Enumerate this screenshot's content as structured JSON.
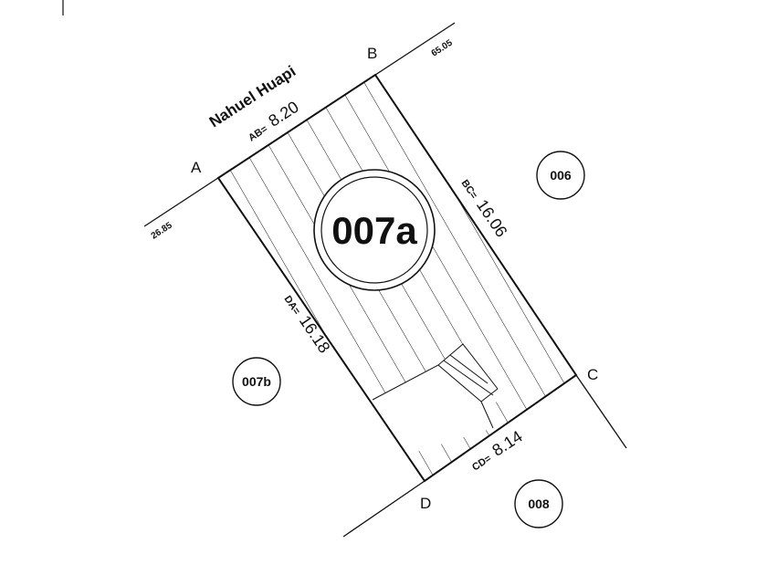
{
  "street": {
    "name": "Nahuel Huapi"
  },
  "vertices": {
    "a": "A",
    "b": "B",
    "c": "C",
    "d": "D"
  },
  "dimensions": {
    "ab": {
      "prefix": "AB=",
      "value": "8.20"
    },
    "bc": {
      "prefix": "BC=",
      "value": "16.06"
    },
    "cd": {
      "prefix": "CD=",
      "value": "8.14"
    },
    "da": {
      "prefix": "DA=",
      "value": "16.18"
    }
  },
  "frontage_marks": {
    "left": "26.85",
    "right": "65.05"
  },
  "lots": {
    "main": "007a",
    "east": "006",
    "west": "007b",
    "south": "008"
  },
  "colors": {
    "ink": "#111111",
    "background": "#ffffff"
  }
}
